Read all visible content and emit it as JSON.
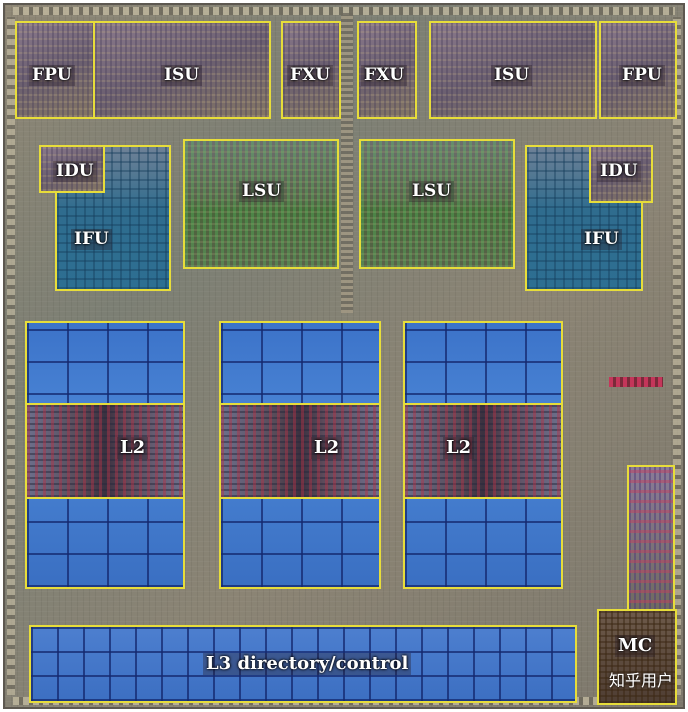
{
  "image": {
    "kind": "annotated processor die photograph",
    "colors": {
      "outline": "#e7dd3a",
      "label_text": "#ffffff",
      "cache_blue": "#3c73c9",
      "substrate": "#8b8474"
    }
  },
  "labels": {
    "fpu_left": "FPU",
    "isu_left": "ISU",
    "fxu_left": "FXU",
    "fxu_right": "FXU",
    "isu_right": "ISU",
    "fpu_right": "FPU",
    "idu_left": "IDU",
    "ifu_left": "IFU",
    "lsu_left": "LSU",
    "lsu_right": "LSU",
    "idu_right": "IDU",
    "ifu_right": "IFU",
    "l2_1": "L2",
    "l2_2": "L2",
    "l2_3": "L2",
    "l3": "L3 directory/control",
    "mc": "MC"
  },
  "watermark": "知乎用户"
}
